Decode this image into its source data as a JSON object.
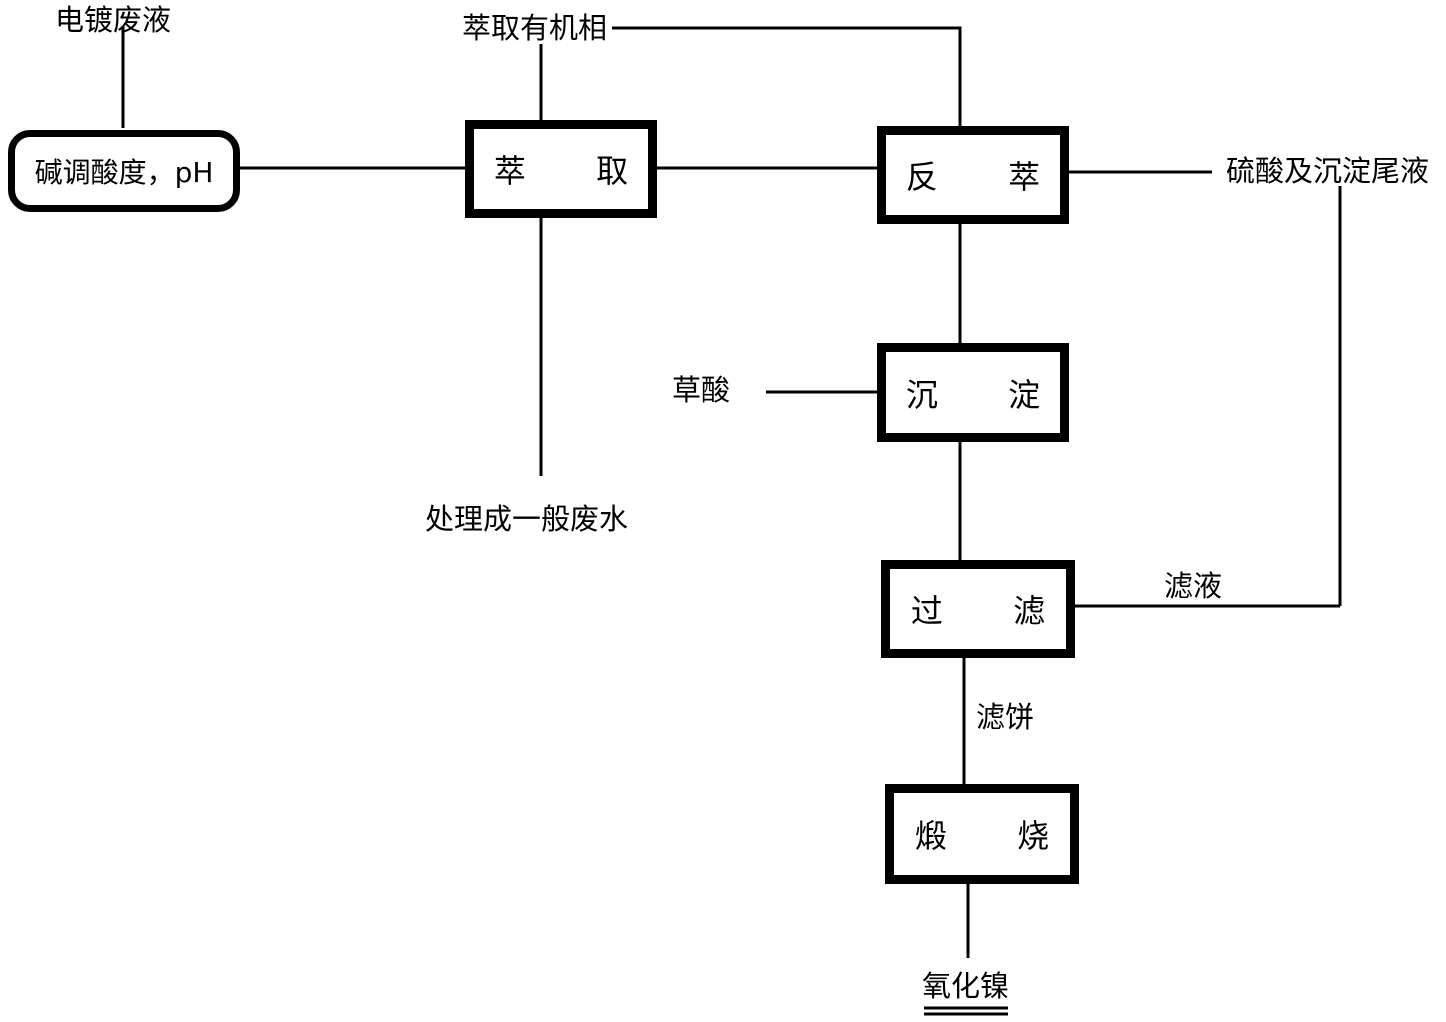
{
  "diagram": {
    "nodes": {
      "ph_adjust": "碱调酸度，pH",
      "extract": "萃 取",
      "strip": "反 萃",
      "precipitate": "沉 淀",
      "filter": "过 滤",
      "calcine": "煅 烧"
    },
    "labels": {
      "wastewater_in": "电镀废液",
      "organic_phase": "萃取有机相",
      "general_wastewater": "处理成一般废水",
      "acid_tail": "硫酸及沉淀尾液",
      "oxalic_acid": "草酸",
      "filtrate": "滤液",
      "filter_cake": "滤饼",
      "nickel_oxide": "氧化镍"
    }
  }
}
